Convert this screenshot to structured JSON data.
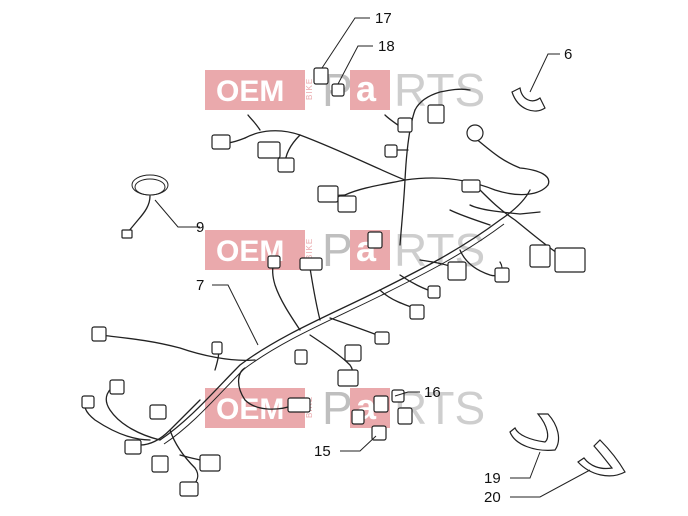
{
  "watermark": {
    "brand_left": "OEM",
    "brand_mid": "BIKE",
    "brand_right_p": "P",
    "brand_right_a": "a",
    "brand_right_rest": "RTS"
  },
  "callouts": {
    "c6": "6",
    "c7": "7",
    "c9": "9",
    "c15": "15",
    "c16": "16",
    "c17": "17",
    "c18": "18",
    "c19": "19",
    "c20": "20"
  }
}
